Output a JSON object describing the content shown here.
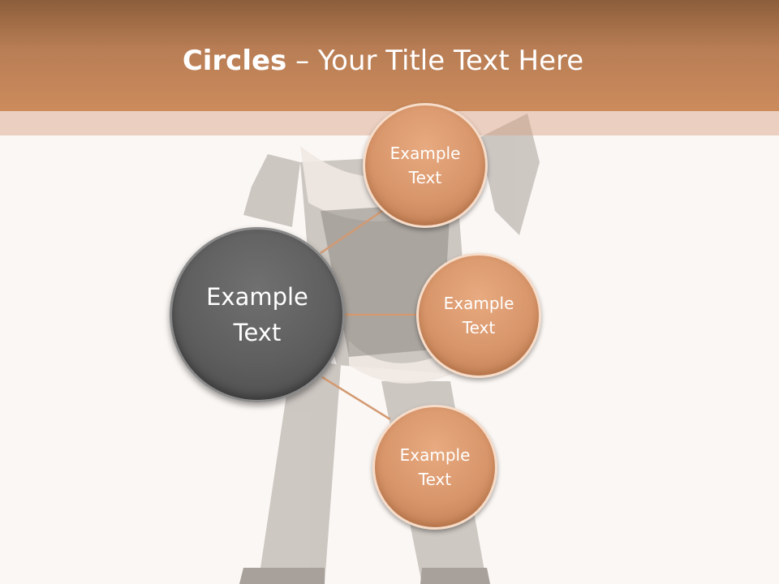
{
  "slide": {
    "title_bold": "Circles",
    "title_rest": " – Your Title Text Here"
  },
  "main_circle": {
    "label": "Example Text"
  },
  "satellite_circles": [
    {
      "label": "Example Text"
    },
    {
      "label": "Example Text"
    },
    {
      "label": "Example Text"
    }
  ],
  "colors": {
    "header": "#c0845a",
    "satellite_fill": "#dc9a6e",
    "main_fill": "#5e5e5e",
    "connector": "#d39a72",
    "background": "#fbf7f4"
  },
  "background_image": {
    "icon": "woman-silhouette"
  }
}
